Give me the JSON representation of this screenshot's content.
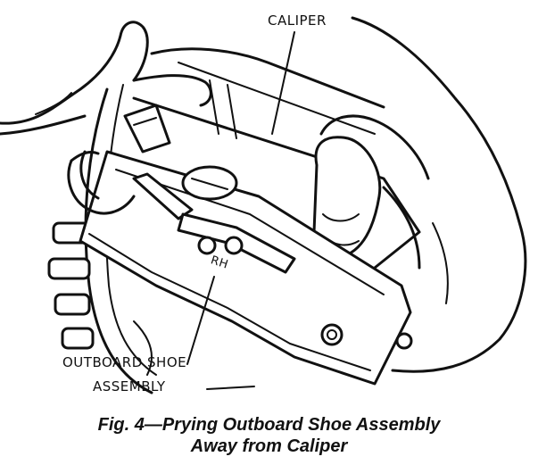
{
  "labels": {
    "caliper": "CALIPER",
    "outboard_line1": "OUTBOARD SHOE",
    "outboard_line2": "ASSEMBLY",
    "rh_stamp": "RH"
  },
  "caption": {
    "line1": "Fig. 4—Prying Outboard Shoe Assembly",
    "line2": "Away from Caliper"
  }
}
